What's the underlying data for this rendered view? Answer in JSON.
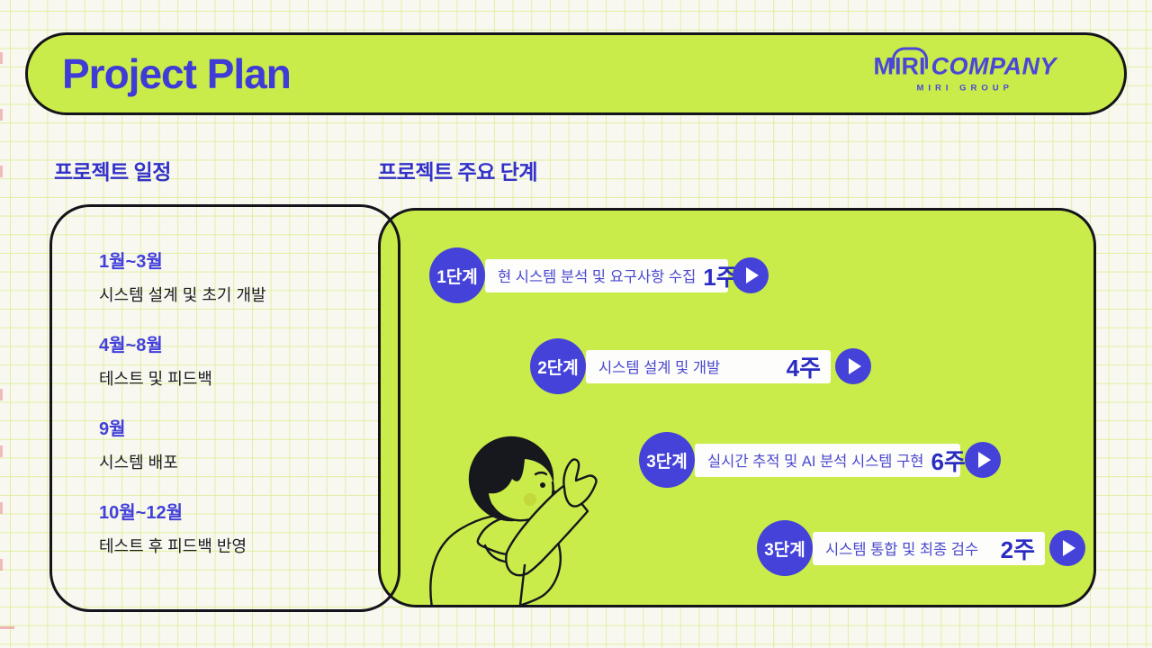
{
  "header": {
    "title": "Project Plan",
    "logo": {
      "m": "M",
      "iri": "IRI",
      "company": "COMPANY",
      "subtext": "MIRI GROUP"
    }
  },
  "schedule": {
    "heading": "프로젝트 일정",
    "items": [
      {
        "period": "1월~3월",
        "desc": "시스템 설계 및 초기 개발"
      },
      {
        "period": "4월~8월",
        "desc": "테스트 및 피드백"
      },
      {
        "period": "9월",
        "desc": "시스템 배포"
      },
      {
        "period": "10월~12월",
        "desc": "테스트 후 피드백 반영"
      }
    ]
  },
  "phases": {
    "heading": "프로젝트 주요 단계",
    "items": [
      {
        "label": "1단계",
        "desc": "현 시스템 분석 및 요구사항 수집",
        "duration": "1주"
      },
      {
        "label": "2단계",
        "desc": "시스템 설계 및 개발",
        "duration": "4주"
      },
      {
        "label": "3단계",
        "desc": "실시간 추적 및 AI 분석 시스템 구현",
        "duration": "6주"
      },
      {
        "label": "3단계",
        "desc": "시스템 통합 및 최종 검수",
        "duration": "2주"
      }
    ]
  },
  "icons": {
    "play": "▶"
  },
  "colors": {
    "lime": "#c9ec4a",
    "paper": "#f8f8f1",
    "grid_line": "#e1efa0",
    "blue": "#4442d9",
    "title_blue": "#3e3bd6",
    "week_blue": "#2b2cc2",
    "ink": "#14141a"
  }
}
